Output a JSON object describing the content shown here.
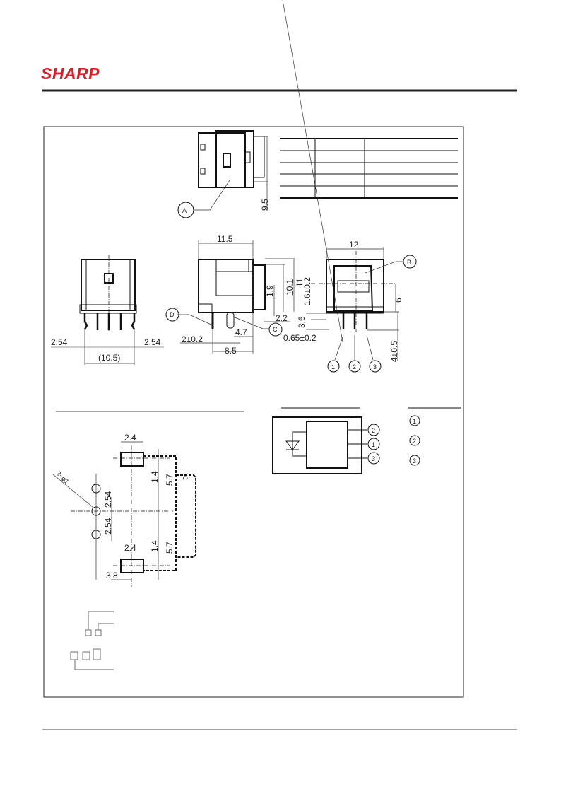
{
  "header": {
    "brand": "SHARP",
    "brand_color": "#d7202c"
  },
  "drawing": {
    "top_view": {
      "callout_a": "A",
      "dim_height": "9.5"
    },
    "front_view": {
      "dim_left_pitch": "2.54",
      "dim_right_pitch": "2.54",
      "dim_width": "(10.5)"
    },
    "side_view": {
      "dim_length": "11.5",
      "dim_10_1": "10.1",
      "dim_11": "11",
      "dim_1_9": "1.9",
      "dim_2_2": "2.2",
      "dim_4_7": "4.7",
      "dim_2_tol": "2±0.2",
      "dim_8_5": "8.5",
      "callout_d": "D",
      "callout_c": "C"
    },
    "end_view": {
      "dim_width": "12",
      "callout_b": "B",
      "dim_1_6": "1.6±0.2",
      "dim_6": "6",
      "dim_3_6": "3.6",
      "dim_0_65": "0.65±0.2",
      "dim_4": "4±0.5",
      "pins": [
        "1",
        "2",
        "3"
      ]
    },
    "pcb_layout": {
      "hole_spec": "3−φ1",
      "pad_w_top": "2.4",
      "pad_w_bottom": "2.4",
      "dim_1_4_top": "1.4",
      "dim_1_4_bottom": "1.4",
      "dim_5_7_top": "5.7",
      "dim_5_7_bottom": "5.7",
      "pitch_top": "2.54",
      "pitch_bottom": "2.54",
      "offset": "3.8",
      "mark": "C"
    },
    "circuit": {
      "pins": [
        "2",
        "1",
        "3"
      ]
    },
    "pin_list": [
      "1",
      "2",
      "3"
    ]
  }
}
